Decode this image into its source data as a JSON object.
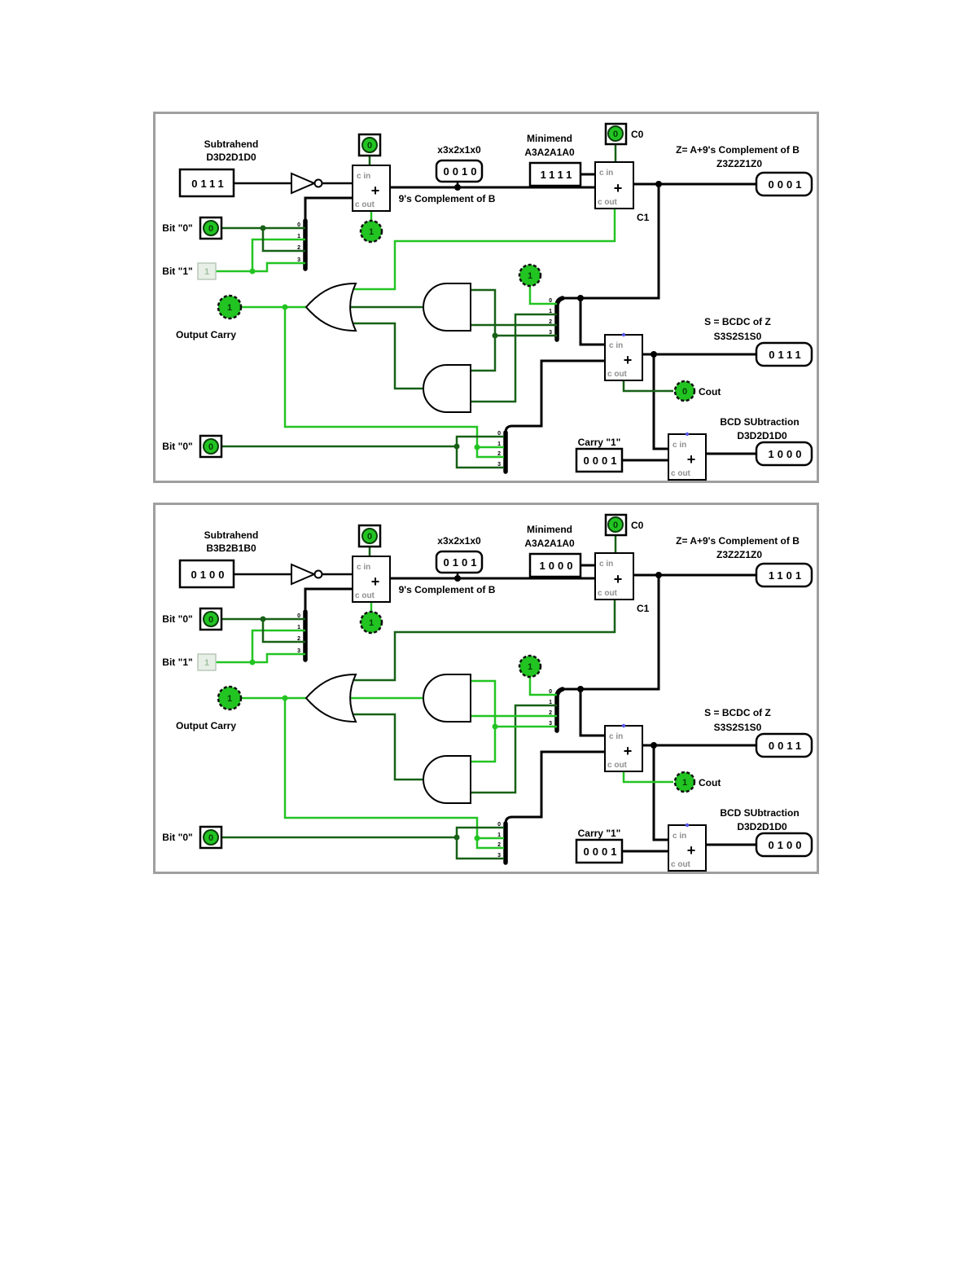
{
  "colors": {
    "wire_on": "#22c422",
    "wire_off": "#176117",
    "bus": "#000000",
    "panel_border": "#9f9f9f",
    "pin_fill": "#22c422",
    "unconnected": "#5555ee"
  },
  "panels": [
    {
      "labels": {
        "subtrahend_title": "Subtrahend",
        "subtrahend_bits": "D3D2D1D0",
        "bit0": "Bit \"0\"",
        "bit1": "Bit \"1\"",
        "x_bits": "x3x2x1x0",
        "comp": "9's Complement of B",
        "minuend_title": "Minimend",
        "minuend_bits": "A3A2A1A0",
        "c0": "C0",
        "c1": "C1",
        "z_title": "Z= A+9's Complement of B",
        "z_bits": "Z3Z2Z1Z0",
        "out_carry": "Output Carry",
        "s_title": "S = BCDC of Z",
        "s_bits": "S3S2S1S0",
        "cout": "Cout",
        "carry_title": "Carry \"1\"",
        "d_title": "BCD SUbtraction",
        "d_bits": "D3D2D1D0",
        "adder_cin": "c in",
        "adder_cout": "c out",
        "adder_plus": "+",
        "s0": "0",
        "s1": "1",
        "s2": "2",
        "s3": "3"
      },
      "values": {
        "subtrahend": "0111",
        "x": "0010",
        "minuend": "1111",
        "z": "0001",
        "s": "0111",
        "d": "1000",
        "carry": "0001"
      },
      "pins": {
        "bit0": "0",
        "bit1": "1",
        "adder1_top": "0",
        "c0": "0",
        "comp_cout": "1",
        "z0": "1",
        "out_carry": "1",
        "cout": "0"
      },
      "wires": {
        "bit0": "#176117",
        "bit1": "#22c422",
        "c0": "#176117",
        "adder1_top": "#176117",
        "comp_cout": "#22c422",
        "c1": "#22c422",
        "z0": "#22c422",
        "z1": "#176117",
        "z2": "#176117",
        "z3": "#176117",
        "and1_out": "#176117",
        "and2_out": "#176117",
        "or_out": "#22c422",
        "cout": "#176117"
      }
    },
    {
      "labels": {
        "subtrahend_title": "Subtrahend",
        "subtrahend_bits": "B3B2B1B0",
        "bit0": "Bit \"0\"",
        "bit1": "Bit \"1\"",
        "x_bits": "x3x2x1x0",
        "comp": "9's Complement of B",
        "minuend_title": "Minimend",
        "minuend_bits": "A3A2A1A0",
        "c0": "C0",
        "c1": "C1",
        "z_title": "Z= A+9's Complement of B",
        "z_bits": "Z3Z2Z1Z0",
        "out_carry": "Output Carry",
        "s_title": "S = BCDC of Z",
        "s_bits": "S3S2S1S0",
        "cout": "Cout",
        "carry_title": "Carry \"1\"",
        "d_title": "BCD SUbtraction",
        "d_bits": "D3D2D1D0",
        "adder_cin": "c in",
        "adder_cout": "c out",
        "adder_plus": "+",
        "s0": "0",
        "s1": "1",
        "s2": "2",
        "s3": "3"
      },
      "values": {
        "subtrahend": "0100",
        "x": "0101",
        "minuend": "1000",
        "z": "1101",
        "s": "0011",
        "d": "0100",
        "carry": "0001"
      },
      "pins": {
        "bit0": "0",
        "bit1": "1",
        "adder1_top": "0",
        "c0": "0",
        "comp_cout": "1",
        "z0": "1",
        "out_carry": "1",
        "cout": "1"
      },
      "wires": {
        "bit0": "#176117",
        "bit1": "#22c422",
        "c0": "#176117",
        "adder1_top": "#176117",
        "comp_cout": "#22c422",
        "c1": "#176117",
        "z0": "#22c422",
        "z1": "#176117",
        "z2": "#22c422",
        "z3": "#22c422",
        "and1_out": "#22c422",
        "and2_out": "#176117",
        "or_out": "#22c422",
        "cout": "#22c422"
      }
    }
  ]
}
